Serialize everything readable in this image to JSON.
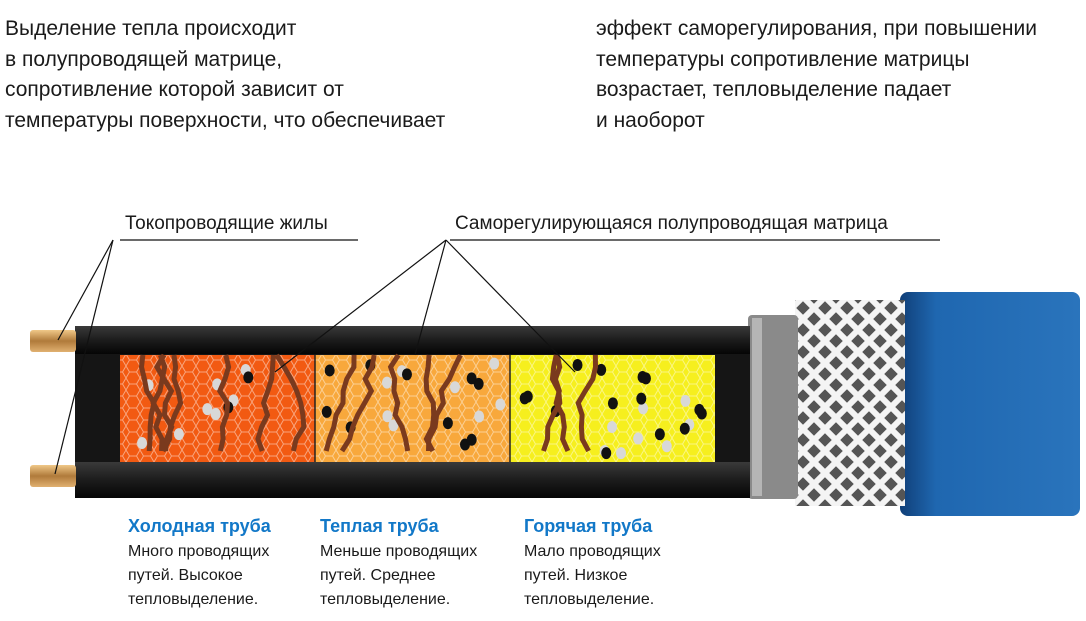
{
  "intro": {
    "left": "Выделение тепла происходит\nв полупроводящей матрице,\nсопротивление которой зависит от\nтемпературы поверхности, что обеспечивает",
    "right": "эффект саморегулирования, при повышении\nтемпературы сопротивление матрицы\nвозрастает, тепловыделение падает\nи наоборот"
  },
  "callouts": {
    "wires": "Токопроводящие жилы",
    "matrix": "Саморегулирующаяся полупроводящая матрица"
  },
  "zones": [
    {
      "title": "Холодная труба",
      "desc": "Много проводящих\nпутей. Высокое\nтепловыделение.",
      "color": "#f25a12"
    },
    {
      "title": "Теплая труба",
      "desc": "Меньше проводящих\nпутей. Среднее\nтепловыделение.",
      "color": "#f8a83c"
    },
    {
      "title": "Горячая труба",
      "desc": "Мало проводящих\nпутей. Низкое\nтепловыделение.",
      "color": "#f6ef1e"
    }
  ],
  "colors": {
    "accent": "#1278c8",
    "jacket": "#1f67b0",
    "insulation": "#222222",
    "copper": "#c8944a"
  }
}
